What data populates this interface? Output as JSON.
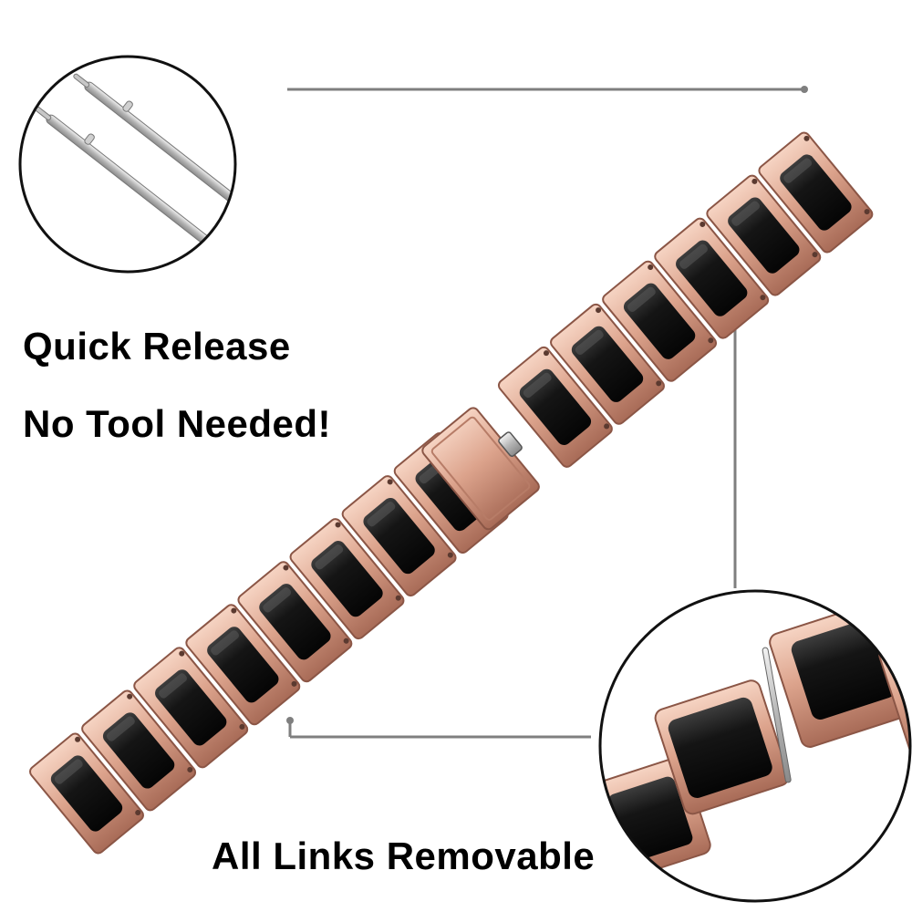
{
  "callouts": {
    "quick_release": "Quick Release",
    "no_tool": "No Tool Needed!",
    "all_links": "All Links  Removable"
  },
  "colors": {
    "rose_gold": "#d9a089",
    "rose_gold_light": "#f3cbb8",
    "rose_gold_dark": "#9c6452",
    "ceramic_black": "#141414",
    "ceramic_highlight": "#4a4a4a",
    "leader_line": "#808080",
    "pin_steel": "#c9c9c9"
  },
  "icons": {
    "pins": "spring-bar-pins-icon",
    "clasp": "butterfly-clasp-icon"
  }
}
